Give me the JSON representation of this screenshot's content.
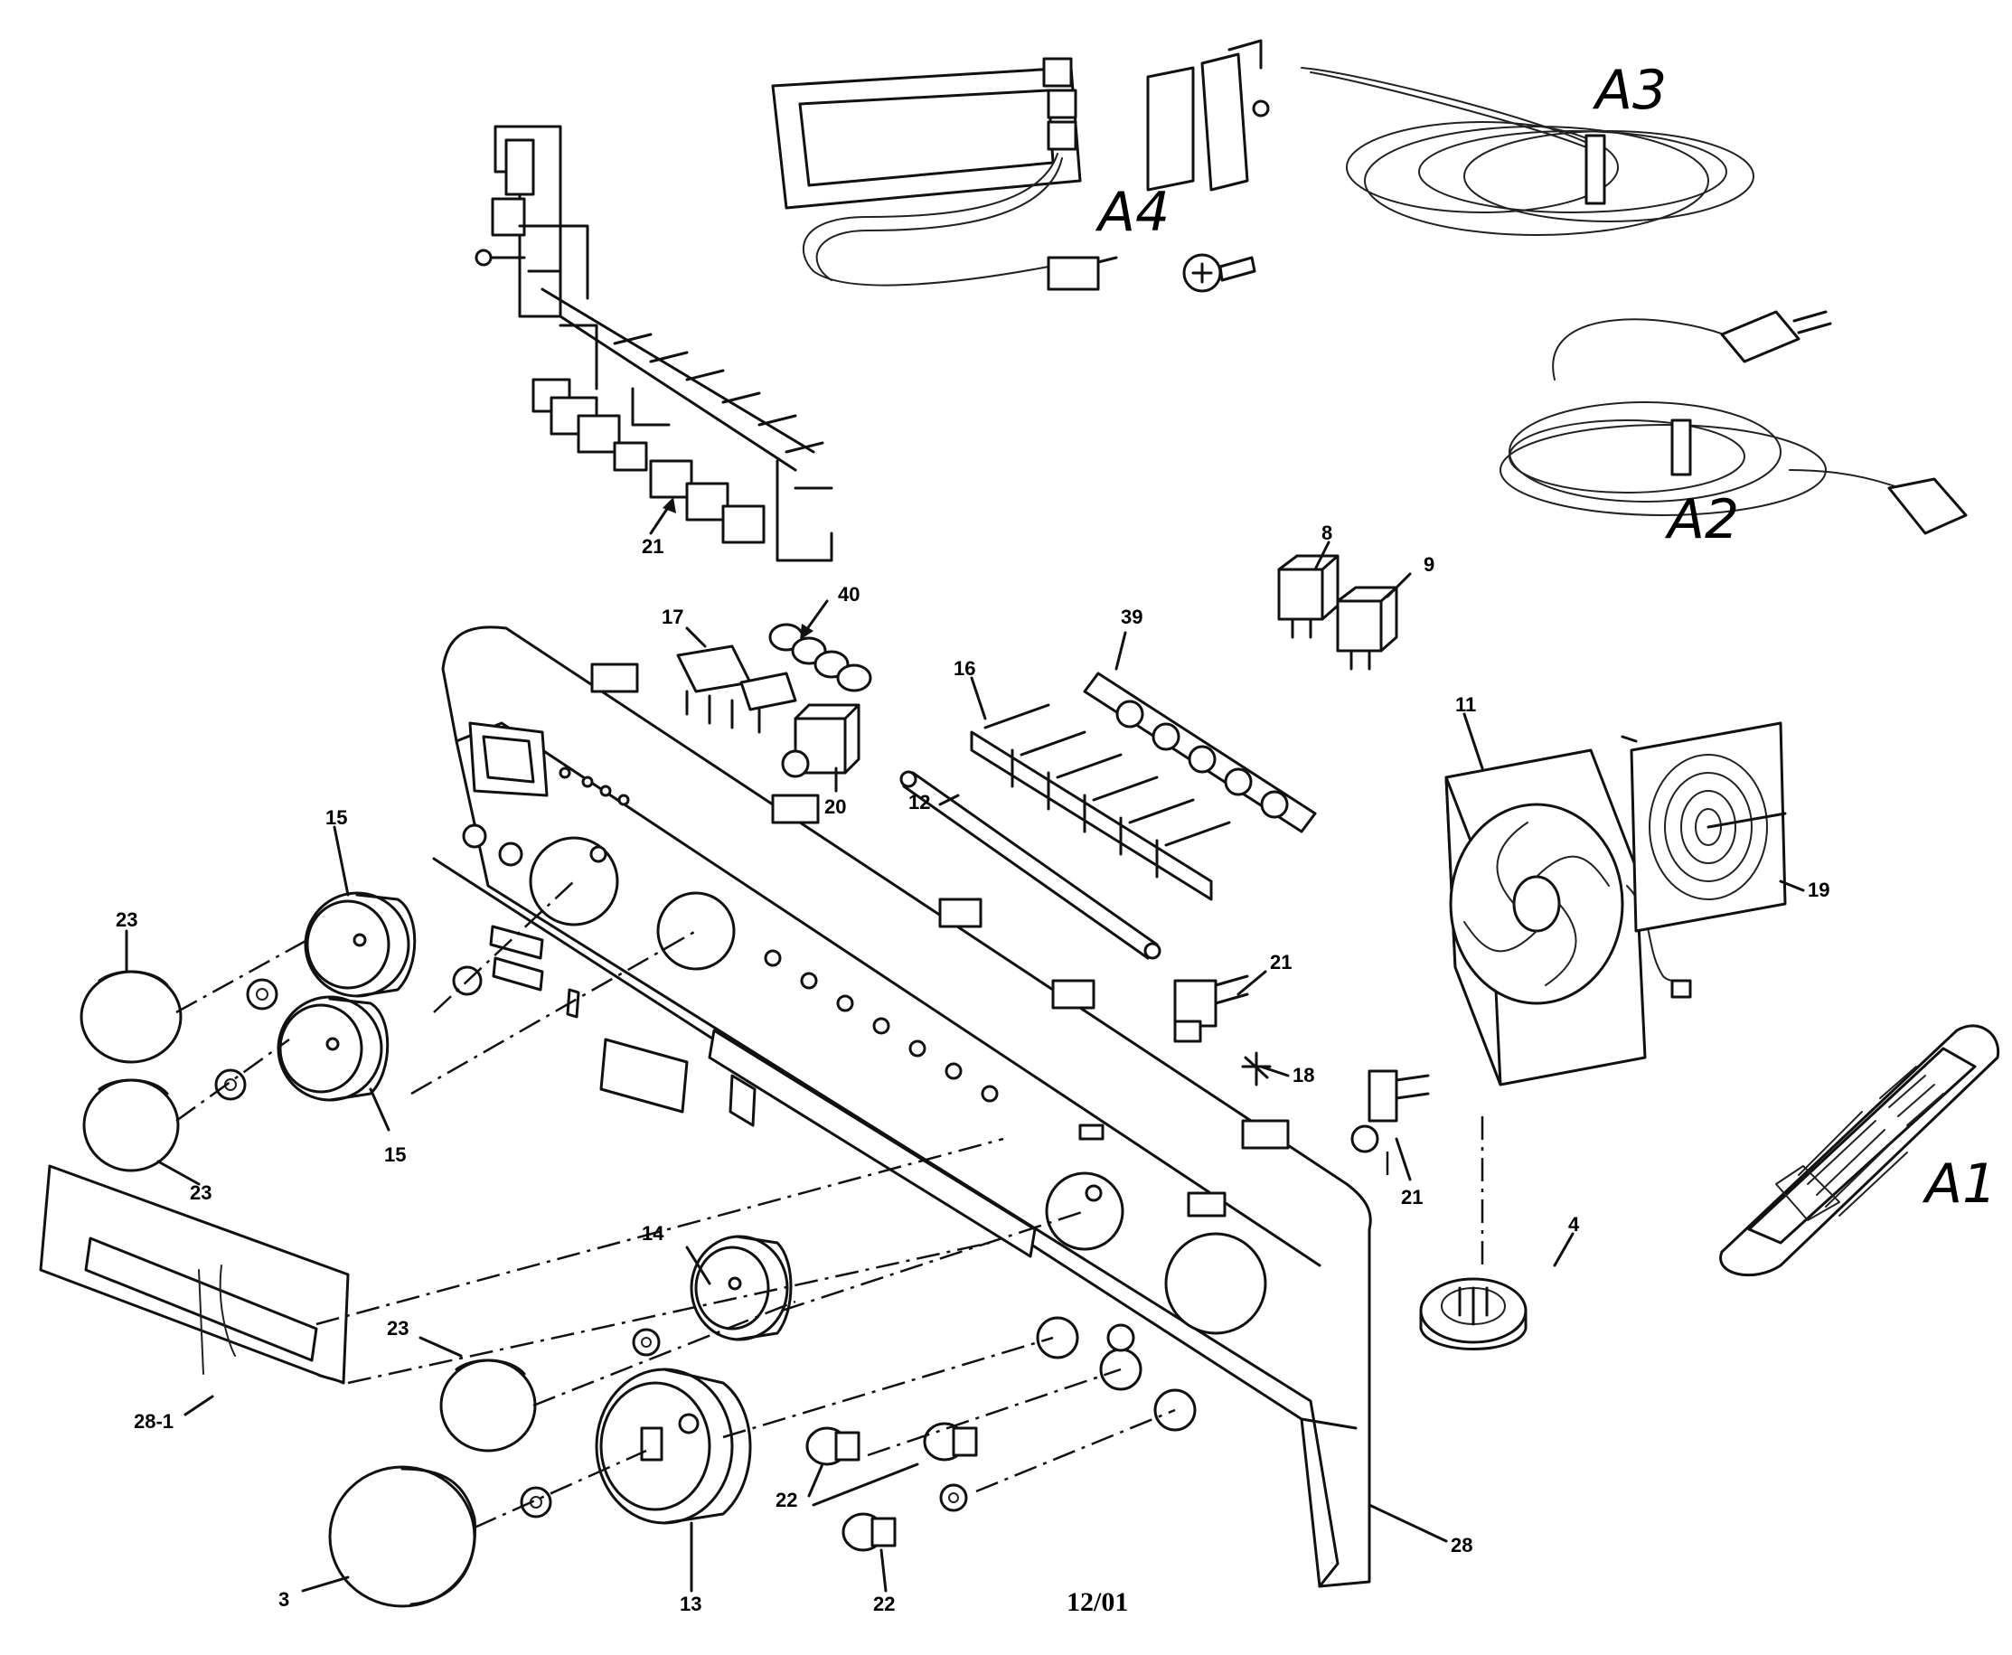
{
  "diagram": {
    "date_code": "12/01",
    "callouts": {
      "c21_top": "21",
      "c40": "40",
      "c17": "17",
      "c39": "39",
      "c16": "16",
      "c20": "20",
      "c12": "12",
      "c8": "8",
      "c9": "9",
      "c11": "11",
      "c19": "19",
      "c21_mid": "21",
      "c18": "18",
      "c21_low": "21",
      "c4": "4",
      "c15_a": "15",
      "c15_b": "15",
      "c23_a": "23",
      "c23_b": "23",
      "c23_c": "23",
      "c14": "14",
      "c28_1": "28-1",
      "c3": "3",
      "c13": "13",
      "c22_a": "22",
      "c22_b": "22",
      "c28": "28"
    },
    "accessories": {
      "a1": "A1",
      "a2": "A2",
      "a3": "A3",
      "a4": "A4"
    }
  }
}
